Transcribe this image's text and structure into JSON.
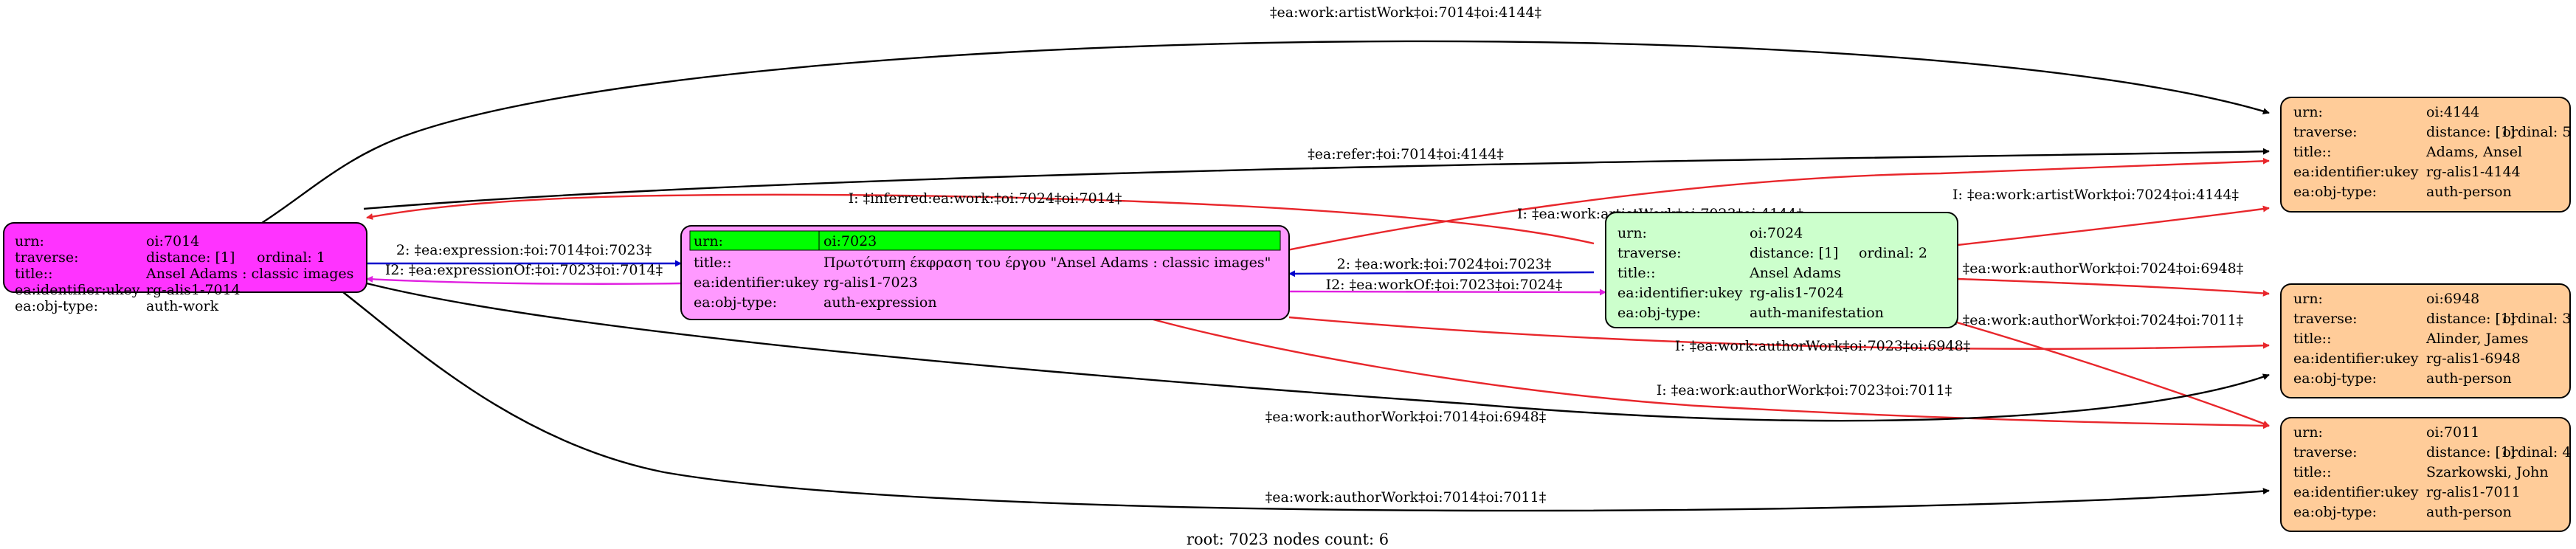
{
  "colors": {
    "work": "#ff33ff",
    "expression": "#ff99ff",
    "manifestation": "#ccffcc",
    "person": "#ffcc99",
    "root_header": "#00ff00",
    "edge_black": "#000000",
    "edge_red": "#e8262b",
    "edge_blue": "#0000cc",
    "edge_magenta": "#e020e0"
  },
  "nodes": {
    "n7014": {
      "urn_label": "urn:",
      "urn": "oi:7014",
      "traverse_label": "traverse:",
      "distance": "distance: [1]",
      "ordinal": "ordinal: 1",
      "title_label": "title::",
      "title": "Ansel Adams : classic images",
      "ukey_label": "ea:identifier:ukey",
      "ukey": "rg-alis1-7014",
      "type_label": "ea:obj-type:",
      "type": "auth-work"
    },
    "n7023": {
      "urn_label": "urn:",
      "urn": "oi:7023",
      "title_label": "title::",
      "title": "Πρωτότυπη έκφραση του έργου \"Ansel Adams : classic images\"",
      "ukey_label": "ea:identifier:ukey",
      "ukey": "rg-alis1-7023",
      "type_label": "ea:obj-type:",
      "type": "auth-expression"
    },
    "n7024": {
      "urn_label": "urn:",
      "urn": "oi:7024",
      "traverse_label": "traverse:",
      "distance": "distance: [1]",
      "ordinal": "ordinal: 2",
      "title_label": "title::",
      "title": "Ansel Adams",
      "ukey_label": "ea:identifier:ukey",
      "ukey": "rg-alis1-7024",
      "type_label": "ea:obj-type:",
      "type": "auth-manifestation"
    },
    "n4144": {
      "urn_label": "urn:",
      "urn": "oi:4144",
      "traverse_label": "traverse:",
      "distance": "distance: [1]",
      "ordinal": "ordinal: 5",
      "title_label": "title::",
      "title": "Adams, Ansel",
      "ukey_label": "ea:identifier:ukey",
      "ukey": "rg-alis1-4144",
      "type_label": "ea:obj-type:",
      "type": "auth-person"
    },
    "n6948": {
      "urn_label": "urn:",
      "urn": "oi:6948",
      "traverse_label": "traverse:",
      "distance": "distance: [1]",
      "ordinal": "ordinal: 3",
      "title_label": "title::",
      "title": "Alinder, James",
      "ukey_label": "ea:identifier:ukey",
      "ukey": "rg-alis1-6948",
      "type_label": "ea:obj-type:",
      "type": "auth-person"
    },
    "n7011": {
      "urn_label": "urn:",
      "urn": "oi:7011",
      "traverse_label": "traverse:",
      "distance": "distance: [1]",
      "ordinal": "ordinal: 4",
      "title_label": "title::",
      "title": "Szarkowski, John",
      "ukey_label": "ea:identifier:ukey",
      "ukey": "rg-alis1-7011",
      "type_label": "ea:obj-type:",
      "type": "auth-person"
    }
  },
  "edges": {
    "e1": "‡ea:work:artistWork‡oi:7014‡oi:4144‡",
    "e2": "‡ea:refer:‡oi:7014‡oi:4144‡",
    "e3": "I: ‡ea:work:artistWork‡oi:7023‡oi:4144‡",
    "e4": "I: ‡ea:work:artistWork‡oi:7024‡oi:4144‡",
    "e5": "I: ‡inferred:ea:work:‡oi:7024‡oi:7014‡",
    "e6": "2: ‡ea:expression:‡oi:7014‡oi:7023‡",
    "e7": "I2: ‡ea:expressionOf:‡oi:7023‡oi:7014‡",
    "e8": "2: ‡ea:work:‡oi:7024‡oi:7023‡",
    "e9": "I2: ‡ea:workOf:‡oi:7023‡oi:7024‡",
    "e10": "I: ‡ea:work:authorWork‡oi:7024‡oi:6948‡",
    "e11": "I: ‡ea:work:authorWork‡oi:7023‡oi:6948‡",
    "e12": "I: ‡ea:work:authorWork‡oi:7024‡oi:7011‡",
    "e13": "I: ‡ea:work:authorWork‡oi:7023‡oi:7011‡",
    "e14": "‡ea:work:authorWork‡oi:7014‡oi:6948‡",
    "e15": "‡ea:work:authorWork‡oi:7014‡oi:7011‡"
  },
  "footer": "root: 7023 nodes count: 6"
}
